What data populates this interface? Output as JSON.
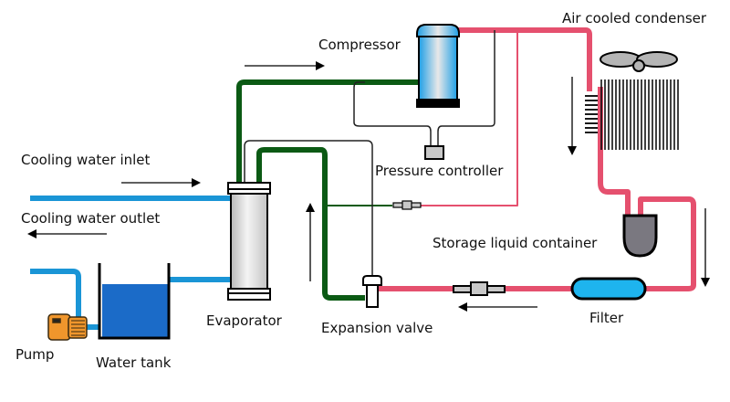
{
  "labels": {
    "compressor": "Compressor",
    "air_cooled_condenser": "Air cooled condenser",
    "pressure_controller": "Pressure controller",
    "cooling_water_inlet": "Cooling water inlet",
    "cooling_water_outlet": "Cooling water outlet",
    "storage_liquid_container": "Storage liquid container",
    "evaporator": "Evaporator",
    "expansion_valve": "Expansion valve",
    "filter": "Filter",
    "pump": "Pump",
    "water_tank": "Water tank"
  },
  "colors": {
    "refrigerant_hot": "#e5506e",
    "refrigerant_cold": "#0b5a14",
    "water": "#1a95d6",
    "tank_water": "#1b6bc8",
    "pump": "#f0962c",
    "filter": "#1eb4ee",
    "receiver": "#7a7880"
  }
}
